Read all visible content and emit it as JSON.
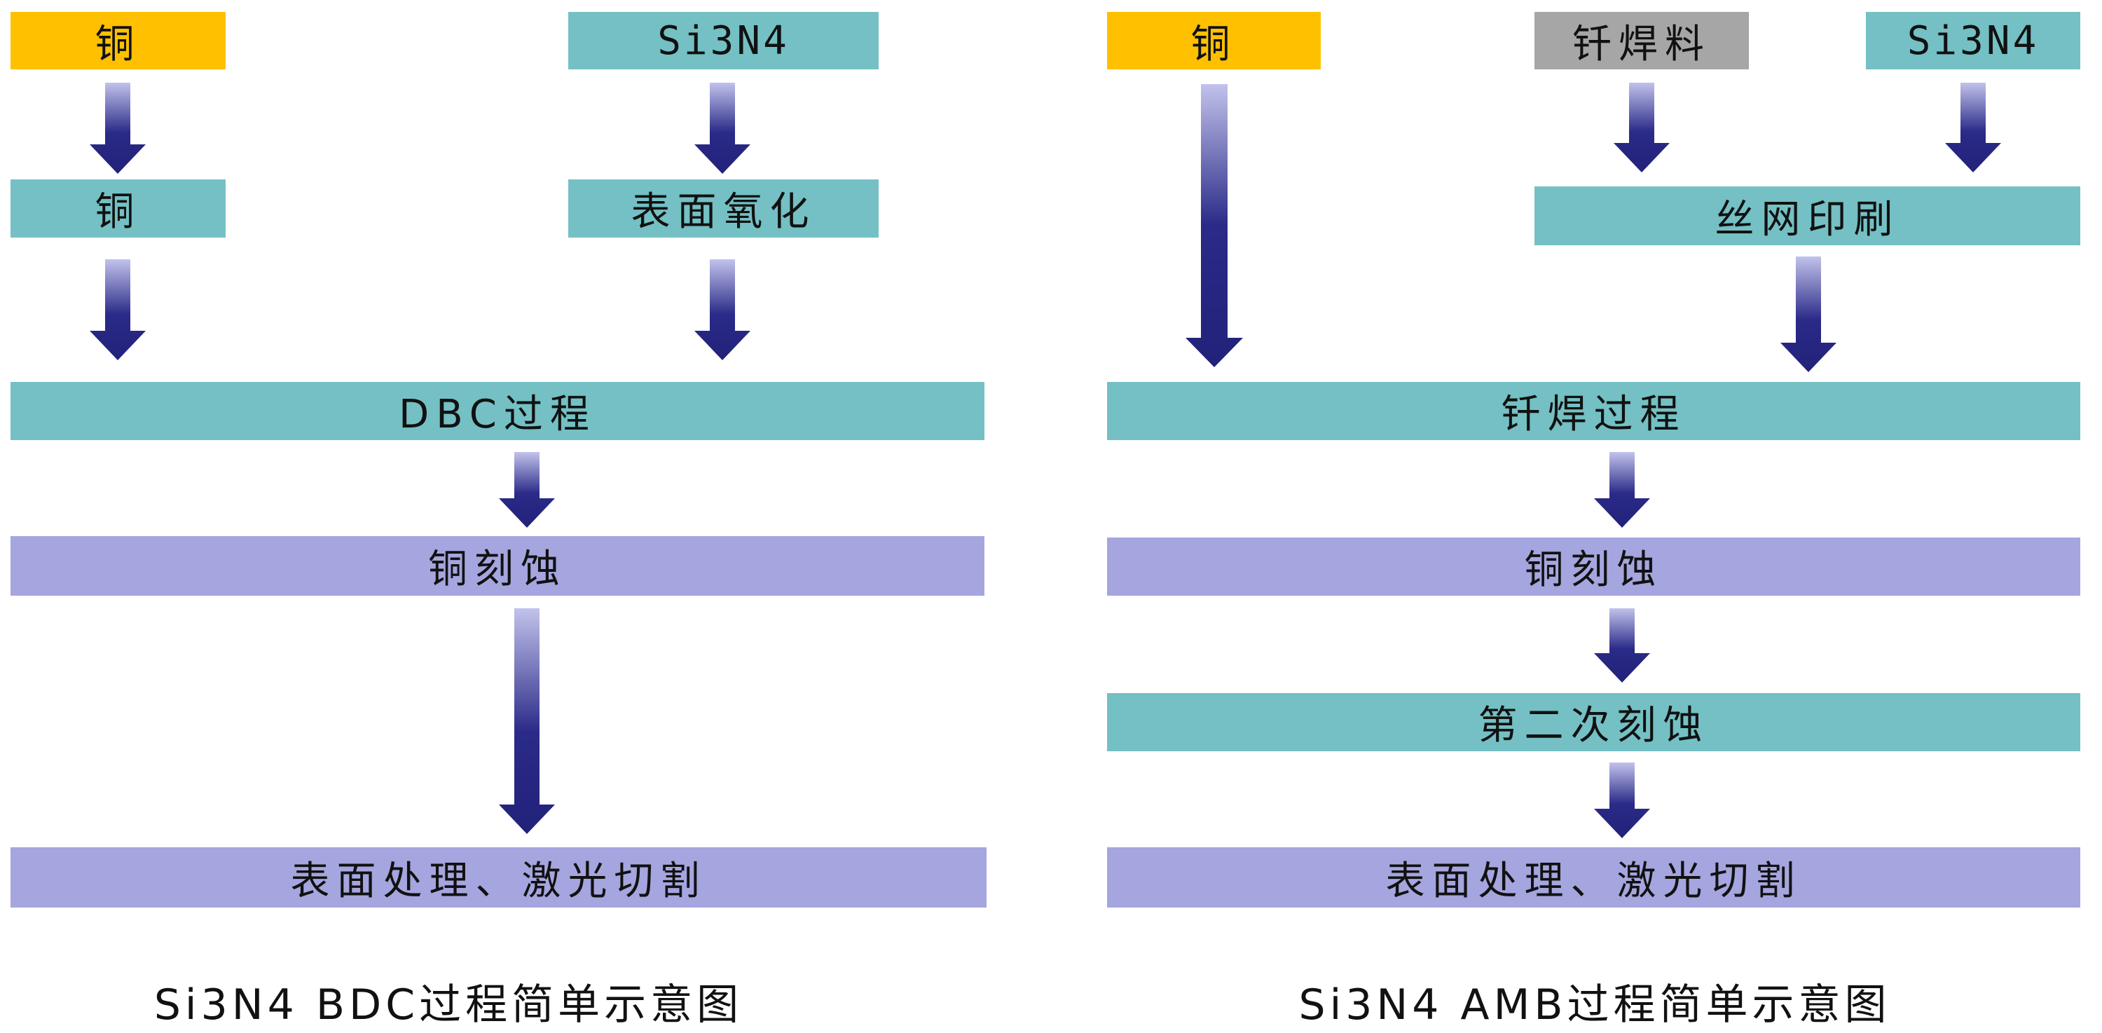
{
  "colors": {
    "teal": "#74c0c4",
    "yellow": "#ffc000",
    "gray": "#a6a6a6",
    "purple": "#a5a5df",
    "arrow_dark": "#262680",
    "arrow_light": "#c0c0ea"
  },
  "dbc": {
    "copper_input": "铜",
    "si3n4_input": "Si3N4",
    "copper_step": "铜",
    "oxidation_step": "表面氧化",
    "bonding_step": "DBC过程",
    "etching_step": "铜刻蚀",
    "finish_step": "表面处理、激光切割",
    "caption": "Si3N4 BDC过程简单示意图"
  },
  "amb": {
    "copper_input": "铜",
    "solder_input": "钎焊料",
    "si3n4_input": "Si3N4",
    "printing_step": "丝网印刷",
    "brazing_step": "钎焊过程",
    "etching_step": "铜刻蚀",
    "second_etching_step": "第二次刻蚀",
    "finish_step": "表面处理、激光切割",
    "caption": "Si3N4 AMB过程简单示意图"
  }
}
